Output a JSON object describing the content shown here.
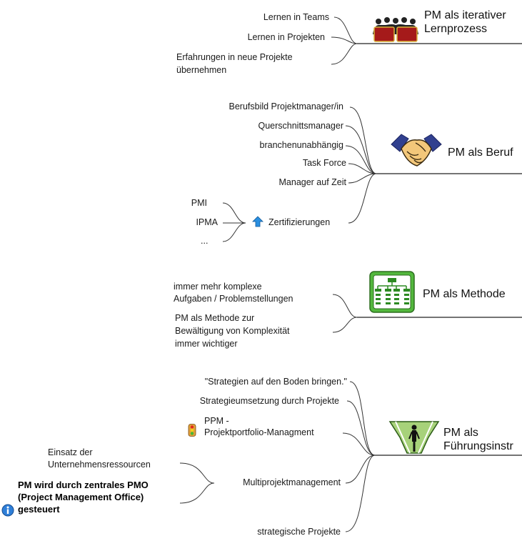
{
  "topics": {
    "t1": {
      "title_line1": "PM als iterativer",
      "title_line2": "Lernprozess",
      "icon": "team-people-icon",
      "children": [
        "Lernen in Teams",
        "Lernen in Projekten"
      ],
      "child3_line1": "Erfahrungen in neue Projekte",
      "child3_line2": "übernehmen"
    },
    "t2": {
      "title": "PM als Beruf",
      "icon": "handshake-icon",
      "children": [
        "Berufsbild Projektmanager/in",
        "Querschnittsmanager",
        "branchenunabhängig",
        "Task Force",
        "Manager auf Zeit",
        "Zertifizierungen"
      ],
      "zert_icon": "arrow-up-icon",
      "zert_children": [
        "PMI",
        "IPMA",
        "..."
      ]
    },
    "t3": {
      "title": "PM als Methode",
      "icon": "org-chart-icon",
      "child1_line1": "immer mehr komplexe",
      "child1_line2": "Aufgaben / Problemstellungen",
      "child2_line1": "PM als Methode zur",
      "child2_line2": "Bewältigung von Komplexität",
      "child2_line3": "immer wichtiger"
    },
    "t4": {
      "title_line1": "PM als",
      "title_line2": "Führungsinstr",
      "icon": "person-funnel-icon",
      "children": [
        "\"Strategien auf den Boden bringen.\"",
        "Strategieumsetzung durch Projekte",
        "Multiprojektmanagement",
        "strategische Projekte"
      ],
      "ppm_line1": "PPM -",
      "ppm_line2": "Projektportfolio-Managment",
      "ppm_icon": "traffic-light-icon",
      "multi_child1_line1": "Einsatz der",
      "multi_child1_line2": "Unternehmensressourcen",
      "multi_child2_line1": "PM wird durch zentrales PMO",
      "multi_child2_line2": "(Project Management Office)",
      "multi_child2_line3": "gesteuert",
      "info_icon": "info-icon"
    }
  },
  "colors": {
    "line": "#333333",
    "accent_green": "#3a9a2a",
    "accent_red": "#b01818"
  }
}
